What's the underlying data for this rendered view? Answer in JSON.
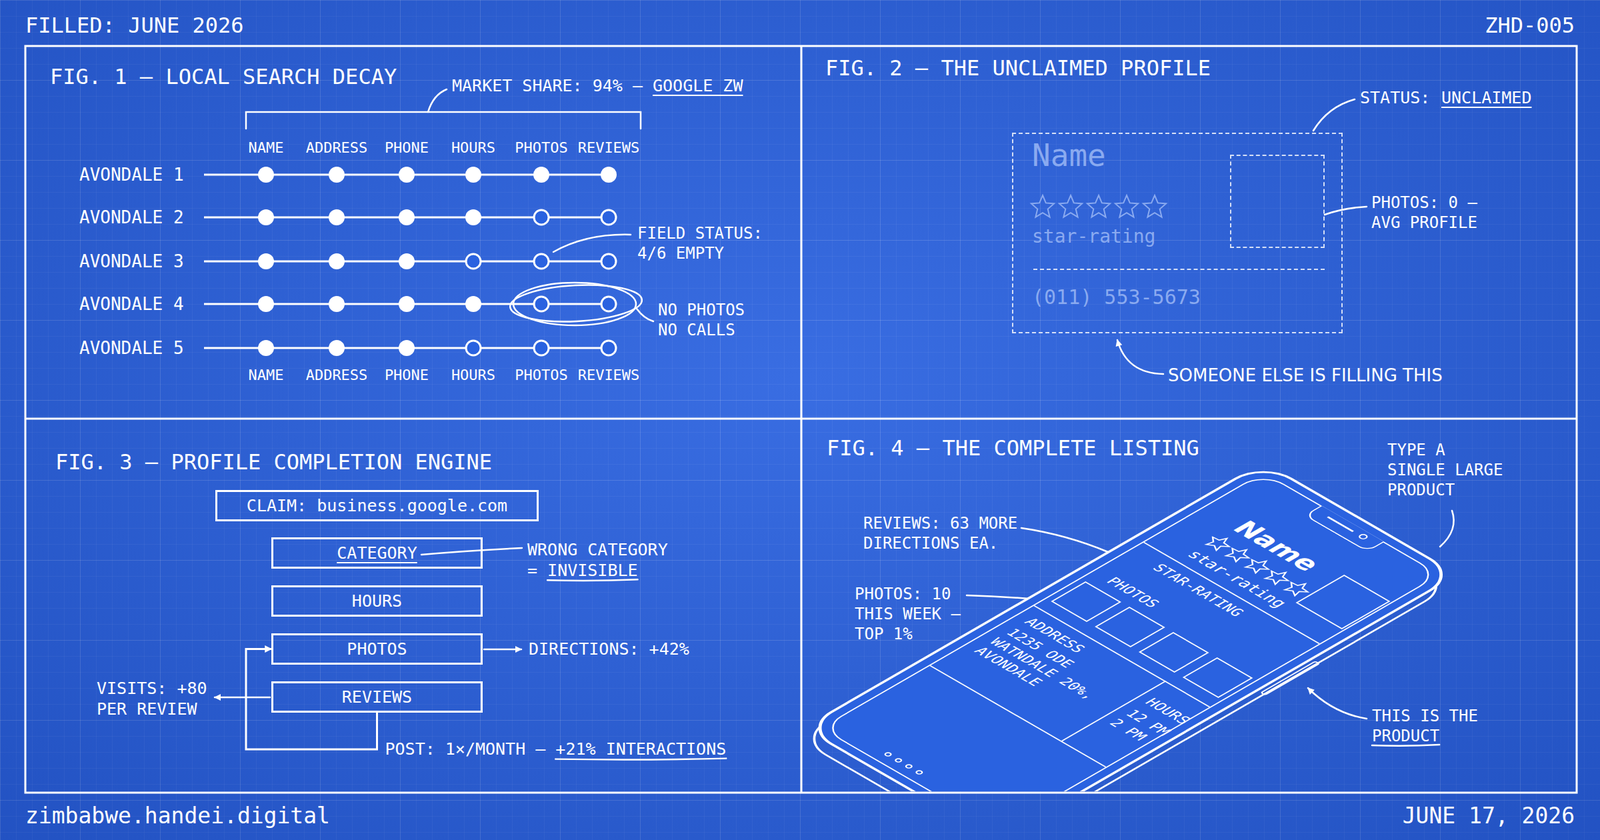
{
  "diagram": {
    "nodes": [
      {
        "text": [
          "Name",
          "star-rating",
          "(011) 553-5673"
        ]
      },
      {
        "text": [
          "CLAIM: business.google.com"
        ]
      },
      {
        "text": [
          "CATEGORY"
        ]
      },
      {
        "text": [
          "HOURS"
        ]
      },
      {
        "text": [
          "PHOTOS"
        ]
      },
      {
        "text": [
          "REVIEWS"
        ]
      },
      {
        "text": [
          "Name",
          "star-rating",
          "STAR-RATING",
          "PHOTOS",
          "ADDRESS",
          "1235 ODE WATNDALE 20%, AVONDALE",
          "HOURS",
          "12 PM 2 PM"
        ]
      }
    ],
    "edges": [
      {
        "from": 5,
        "to": 4,
        "arrow": "to",
        "label": "POST: 1×/MONTH — +21% INTERACTIONS"
      }
    ],
    "labels": [
      "FILLED: JUNE 2026",
      "ZHD-005",
      "FIG. 1 — LOCAL SEARCH DECAY",
      "MARKET SHARE: 94% —",
      "GOOGLE ZW",
      "NAME",
      "ADDRESS",
      "PHONE",
      "HOURS",
      "PHOTOS",
      "REVIEWS",
      "AVONDALE 1",
      "AVONDALE 2",
      "AVONDALE 3",
      "AVONDALE 4",
      "AVONDALE 5",
      "NAME",
      "ADDRESS",
      "PHONE",
      "HOURS",
      "PHOTOS",
      "REVIEWS",
      "FIELD STATUS: 4/6 EMPTY",
      "NO PHOTOS NO CALLS",
      "FIG. 2 — THE UNCLAIMED PROFILE",
      "STATUS:",
      "UNCLAIMED",
      "PHOTOS: 0 — AVG PROFILE",
      "SOMEONE ELSE IS FILLING THIS",
      "FIG. 3 — PROFILE COMPLETION ENGINE",
      "WRONG CATEGORY = INVISIBLE",
      "DIRECTIONS: +42%",
      "VISITS: +80 PER REVIEW",
      "FIG. 4 — THE COMPLETE LISTING",
      "REVIEWS: 63 MORE DIRECTIONS EA.",
      "PHOTOS: 10 THIS WEEK — TOP 1%",
      "TYPE A SINGLE LARGE PRODUCT",
      "THIS IS THE PRODUCT",
      "zimbabwe.handei.digital",
      "JUNE 17, 2026"
    ]
  }
}
